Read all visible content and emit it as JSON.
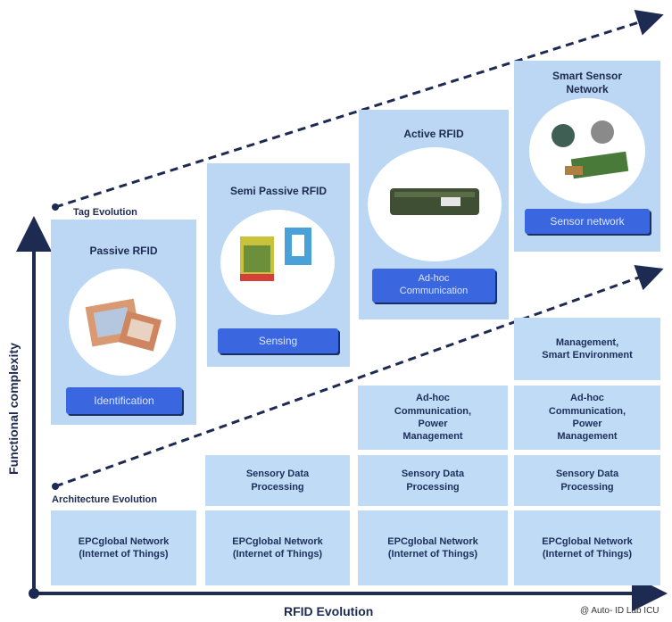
{
  "tag_evolution_label": "Tag Evolution",
  "architecture_evolution_label": "Architecture Evolution",
  "y_axis_label": "Functional complexity",
  "x_axis_label": "RFID Evolution",
  "credit": "@ Auto- ID Lab ICU",
  "tags": [
    {
      "title": "Passive RFID",
      "capability": "Identification"
    },
    {
      "title": "Semi Passive RFID",
      "capability": "Sensing"
    },
    {
      "title": "Active RFID",
      "capability": "Ad-hoc\nCommunication"
    },
    {
      "title": "Smart Sensor\nNetwork",
      "capability": "Sensor network"
    }
  ],
  "architecture": {
    "base": [
      "EPCglobal Network\n(Internet of Things)",
      "EPCglobal Network\n(Internet of Things)",
      "EPCglobal Network\n(Internet of Things)",
      "EPCglobal Network\n(Internet of Things)"
    ],
    "sensory": [
      "Sensory Data\nProcessing",
      "Sensory Data\nProcessing",
      "Sensory Data\nProcessing"
    ],
    "adhoc": [
      "Ad-hoc\nCommunication,\nPower\nManagement",
      "Ad-hoc\nCommunication,\nPower\nManagement"
    ],
    "management": "Management,\nSmart Environment"
  },
  "colors": {
    "panel": "#bcd7f3",
    "button": "#3a66e0",
    "axis": "#1d2a52"
  }
}
